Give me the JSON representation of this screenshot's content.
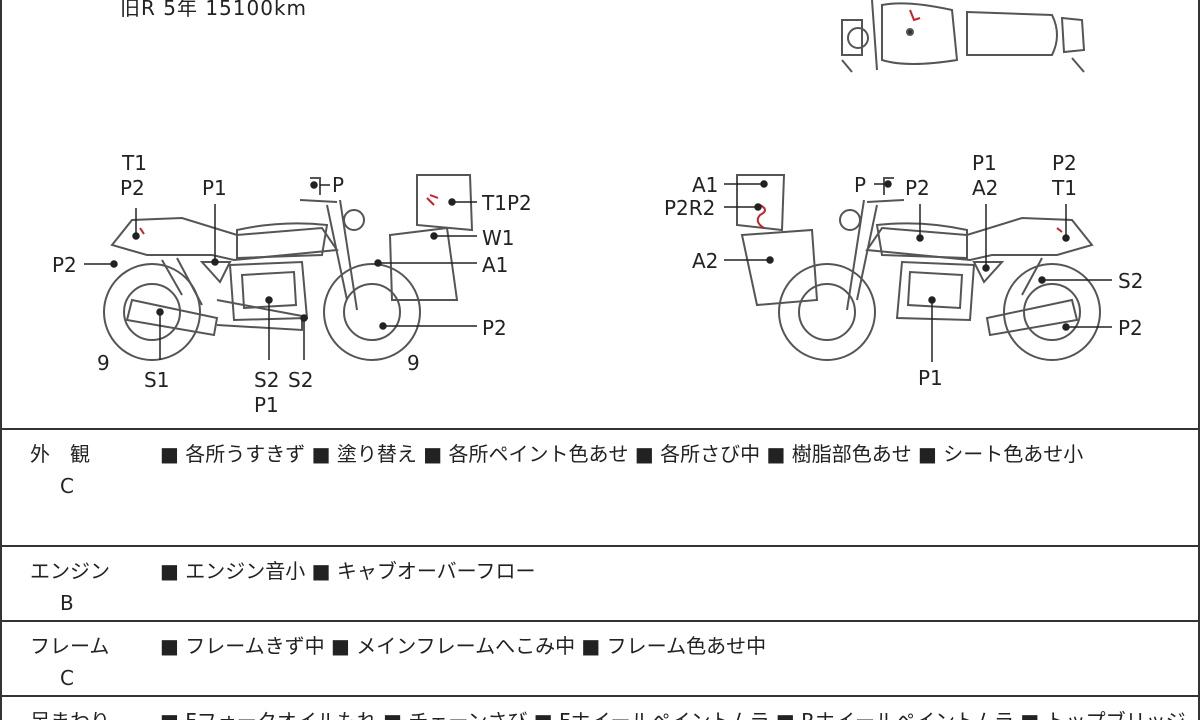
{
  "header": {
    "text": "旧R 5年 15100km"
  },
  "labels": {
    "left": {
      "t1": "T1",
      "p2a": "P2",
      "p1top": "P1",
      "p_mirror": "P",
      "t1p2": "T1P2",
      "w1": "W1",
      "a1": "A1",
      "p2left": "P2",
      "p2wheel": "P2",
      "nine1": "9",
      "s1": "S1",
      "s2a": "S2",
      "s2b": "S2",
      "p1bot": "P1",
      "nine2": "9"
    },
    "right": {
      "a1": "A1",
      "p2r2": "P2R2",
      "a2left": "A2",
      "p_mirror": "P",
      "p2tank": "P2",
      "p1": "P1",
      "a2": "A2",
      "p2top": "P2",
      "t1": "T1",
      "s2": "S2",
      "p2wheel": "P2",
      "p1bot": "P1"
    }
  },
  "sections": [
    {
      "name": "外　観",
      "grade": "C",
      "notes": "■ 各所うすきず ■ 塗り替え ■ 各所ペイント色あせ ■ 各所さび中 ■ 樹脂部色あせ ■ シート色あせ小"
    },
    {
      "name": "エンジン",
      "grade": "B",
      "notes": "■ エンジン音小 ■ キャブオーバーフロー"
    },
    {
      "name": "フレーム",
      "grade": "C",
      "notes": "■ フレームきず中 ■ メインフレームへこみ中 ■ フレーム色あせ中"
    },
    {
      "name": "足まわり",
      "grade": "",
      "notes": "■ Fフォークオイルもれ ■ チェーンさび ■ Fホイールペイントムラ ■ Rホイールペイントムラ ■ トップブリッジ"
    }
  ]
}
